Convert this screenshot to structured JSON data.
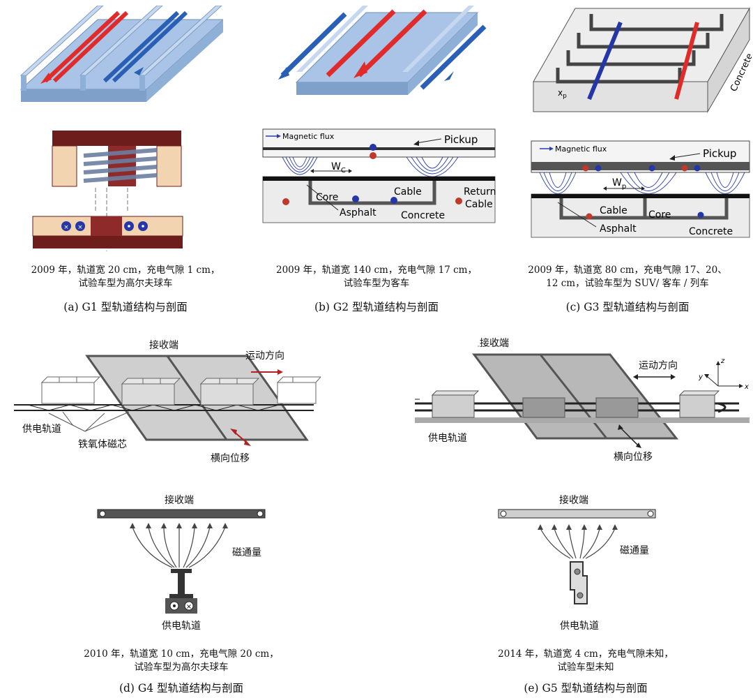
{
  "panel_a": {
    "caption_line1": "2009 年，轨道宽 20 cm，充电气隙 1 cm，",
    "caption_line2": "试验车型为高尔夫球车",
    "sublabel": "(a)   G1 型轨道结构与剖面"
  },
  "panel_b": {
    "magnetic_flux": "Magnetic flux",
    "pickup": "Pickup",
    "wc": "W",
    "wc_sub": "C",
    "core": "Core",
    "cable": "Cable",
    "return_cable_1": "Return",
    "return_cable_2": "Cable",
    "asphalt": "Asphalt",
    "concrete": "Concrete",
    "caption_line1": "2009 年，轨道宽 140 cm，充电气隙 17 cm，",
    "caption_line2": "试验车型为客车",
    "sublabel": "(b)   G2 型轨道结构与剖面"
  },
  "panel_c": {
    "concrete_3d": "Concrete",
    "xp": "x",
    "xp_sub": "p",
    "magnetic_flux": "Magnetic flux",
    "pickup": "Pickup",
    "wp": "W",
    "wp_sub": "p",
    "cable": "Cable",
    "core": "Core",
    "asphalt": "Asphalt",
    "concrete": "Concrete",
    "caption_line1": "2009 年，轨道宽 80 cm，充电气隙 17、20、",
    "caption_line2": "12 cm，试验车型为 SUV/ 客车 / 列车",
    "sublabel": "(c)   G3 型轨道结构与剖面"
  },
  "panel_d": {
    "receiver": "接收端",
    "motion": "运动方向",
    "supply_track": "供电轨道",
    "ferrite": "铁氧体磁芯",
    "lateral": "横向位移",
    "receiver2": "接收端",
    "flux": "磁通量",
    "supply_track2": "供电轨道",
    "caption_line1": "2010 年，轨道宽 10 cm，充电气隙 20 cm，",
    "caption_line2": "试验车型为高尔夫球车",
    "sublabel": "(d)   G4 型轨道结构与剖面"
  },
  "panel_e": {
    "receiver": "接收端",
    "motion": "运动方向",
    "supply_track": "供电轨道",
    "lateral": "横向位移",
    "axis_x": "x",
    "axis_y": "y",
    "axis_z": "z",
    "receiver2": "接收端",
    "flux": "磁通量",
    "supply_track2": "供电轨道",
    "caption_line1": "2014 年，轨道宽 4 cm，充电气隙未知，",
    "caption_line2": "试验车型未知",
    "sublabel": "(e)   G5 型轨道结构与剖面"
  }
}
